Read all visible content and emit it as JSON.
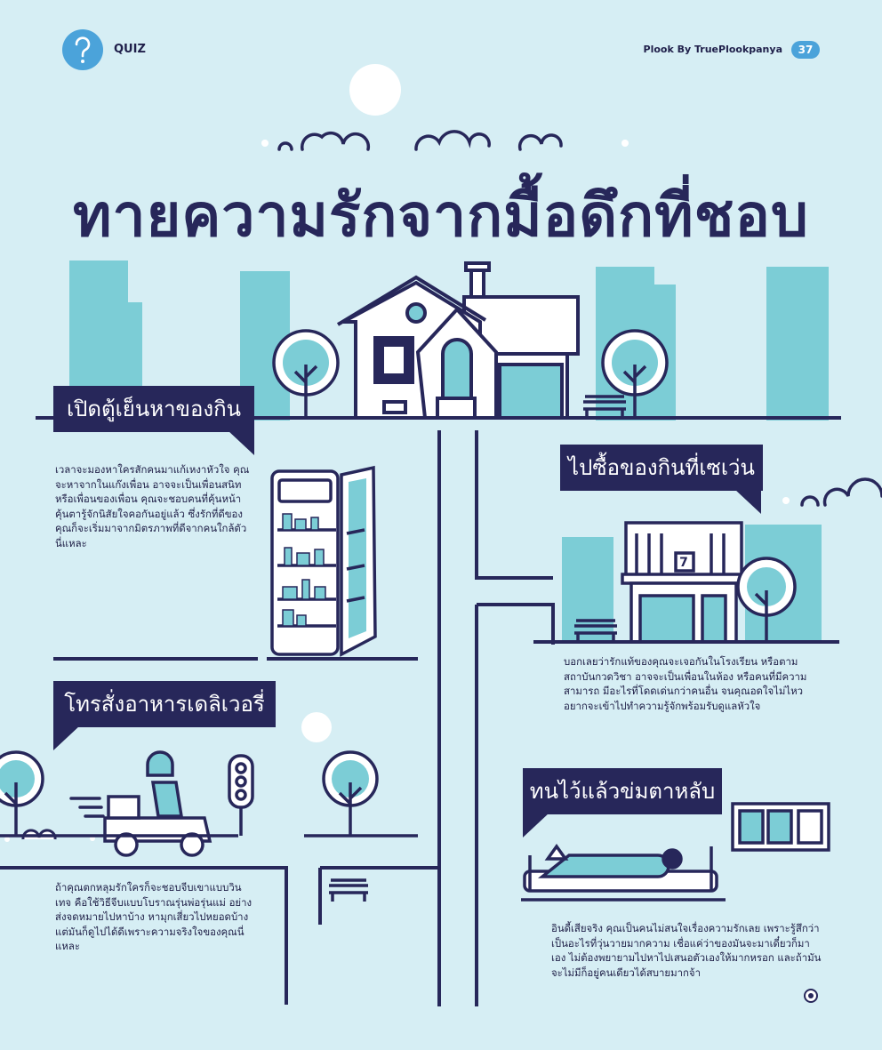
{
  "header": {
    "section": "QUIZ",
    "publisher": "Plook By TruePlookpanya",
    "page_number": "37",
    "quiz_icon": "question-mark-icon"
  },
  "title": "ทายความรักจากมื้อดึกที่ชอบ",
  "colors": {
    "background": "#d6eef4",
    "navy": "#27275a",
    "teal": "#7ccdd6",
    "accent_blue": "#4ba3da"
  },
  "sections": [
    {
      "heading": "เปิดตู้เย็นหาของกิน",
      "body": "เวลาจะมองหาใครสักคนมาแก้เหงาหัวใจ คุณจะหาจากในแก๊งเพื่อน อาจจะเป็นเพื่อนสนิทหรือเพื่อนของเพื่อน คุณจะชอบคนที่คุ้นหน้าคุ้นตารู้จักนิสัยใจคอกันอยู่แล้ว ซึ่งรักที่ดีของคุณก็จะเริ่มมาจากมิตรภาพที่ดีจากคนใกล้ตัวนี่แหละ",
      "icon": "refrigerator-icon"
    },
    {
      "heading": "ไปซื้อของกินที่เซเว่น",
      "body": "บอกเลยว่ารักแท้ของคุณจะเจอกันในโรงเรียน หรือตามสถาบันกวดวิชา อาจจะเป็นเพื่อนในห้อง หรือคนที่มีความสามารถ มีอะไรที่โดดเด่นกว่าคนอื่น จนคุณอดใจไม่ไหวอยากจะเข้าไปทำความรู้จักพร้อมรับดูแลหัวใจ",
      "store_sign": "7",
      "icon": "convenience-store-icon"
    },
    {
      "heading": "โทรสั่งอาหารเดลิเวอรี่",
      "body": "ถ้าคุณตกหลุมรักใครก็จะชอบจีบเขาแบบวินเทจ คือใช้วิธีจีบแบบโบราณรุ่นพ่อรุ่นแม่ อย่างส่งจดหมายไปหาบ้าง หามุกเสี่ยวไปหยอดบ้าง แต่มันก็ดูไปได้ดีเพราะความจริงใจของคุณนี่แหละ",
      "icon": "delivery-scooter-icon"
    },
    {
      "heading": "ทนไว้แล้วข่มตาหลับ",
      "body": "อินดี้เสียจริง คุณเป็นคนไม่สนใจเรื่องความรักเลย เพราะรู้สึกว่าเป็นอะไรที่วุ่นวายมากความ เชื่อแค่ว่าของมันจะมาเดี๋ยวก็มาเอง ไม่ต้องพยายามไปหาไปเสนอตัวเองให้มากหรอก และถ้ามันจะไม่มีก็อยู่คนเดียวได้สบายมากจ้า",
      "icon": "sleeping-person-icon"
    }
  ]
}
